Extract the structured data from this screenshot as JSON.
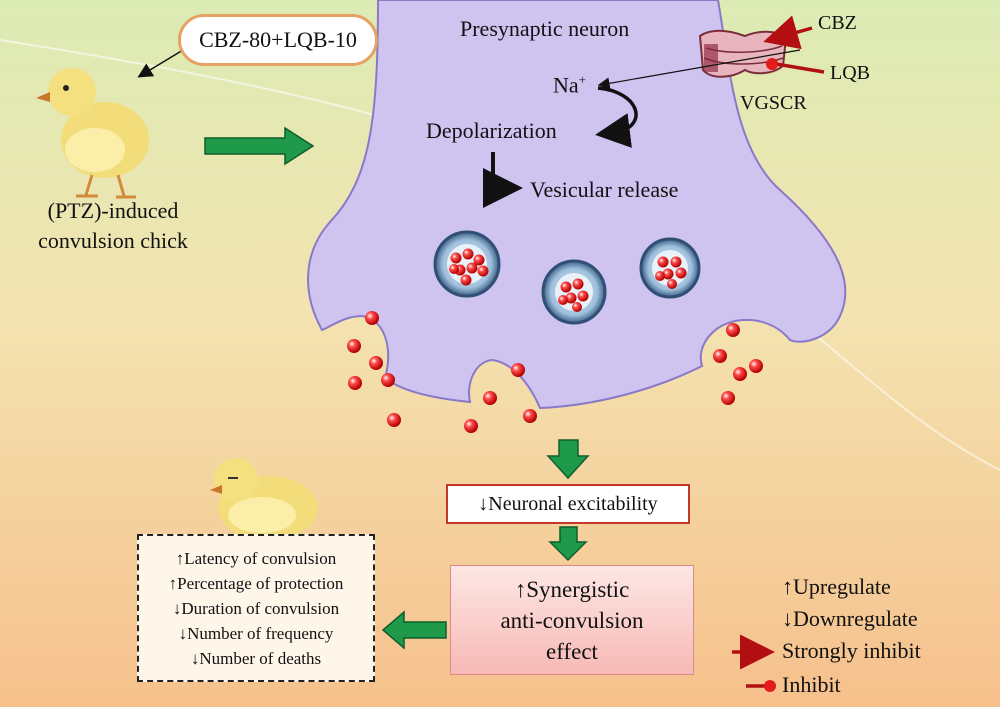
{
  "treatment_label": "CBZ-80+LQB-10",
  "chick_label": [
    "(PTZ)-induced",
    "convulsion chick"
  ],
  "neuron": {
    "title": "Presynaptic neuron",
    "sodium": "Na",
    "sodium_charge": "+",
    "depolarization": "Depolarization",
    "vesicular_release": "Vesicular release",
    "channel_label": "VGSCR",
    "drug_strong": "CBZ",
    "drug_inhibit": "LQB"
  },
  "neuronal_excitability": "↓Neuronal excitability",
  "effect": [
    "↑Synergistic",
    "anti-convulsion",
    "effect"
  ],
  "results": [
    "↑Latency of convulsion",
    "↑Percentage of protection",
    "↓Duration of convulsion",
    "↓Number of frequency",
    "↓Number of deaths"
  ],
  "legend": {
    "up": "↑Upregulate",
    "down": "↓Downregulate",
    "strong": "Strongly inhibit",
    "inhibit": "Inhibit"
  },
  "colors": {
    "neuron_fill": "#cfc3f0",
    "neuron_stroke": "#8a78c8",
    "arrow_green": "#1f9a4a",
    "inhibit_red": "#b30f12",
    "ligand_red": "#e31b1b"
  }
}
